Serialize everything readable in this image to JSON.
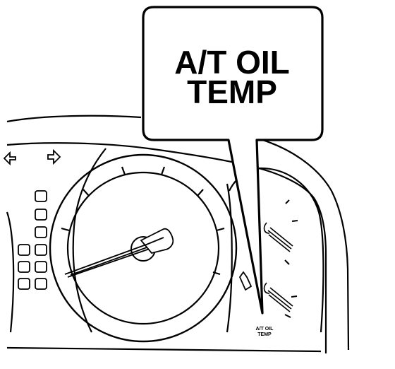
{
  "callout": {
    "line1": "A/T OIL",
    "line2": "TEMP"
  },
  "indicator_label": {
    "line1": "A/T OIL",
    "line2": "TEMP"
  },
  "colors": {
    "stroke": "#000000",
    "background": "#ffffff"
  },
  "icons": [
    "turn-left-arrow-icon",
    "turn-right-arrow-icon"
  ]
}
